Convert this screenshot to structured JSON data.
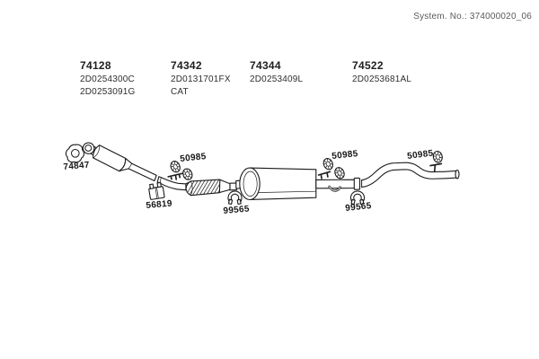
{
  "header": {
    "system_no": "System. No.: 374000020_06"
  },
  "legend": [
    {
      "number": "74128",
      "code1": "2D0254300C",
      "code2": "2D0253091G"
    },
    {
      "number": "74342",
      "code1": "2D0131701FX",
      "code2": "CAT"
    },
    {
      "number": "74344",
      "code1": "2D0253409L"
    },
    {
      "number": "74522",
      "code1": "2D0253681AL"
    }
  ],
  "callouts": {
    "gasket": "74847",
    "clamp": "56819",
    "hanger_front": "50985",
    "ring_front": "99565",
    "hanger_mid": "50985",
    "ring_rear": "99565",
    "hanger_rear": "50985"
  },
  "colors": {
    "line": "#1a1a1a",
    "text": "#262626",
    "muted_text": "#5a5a5a",
    "background": "#ffffff"
  }
}
